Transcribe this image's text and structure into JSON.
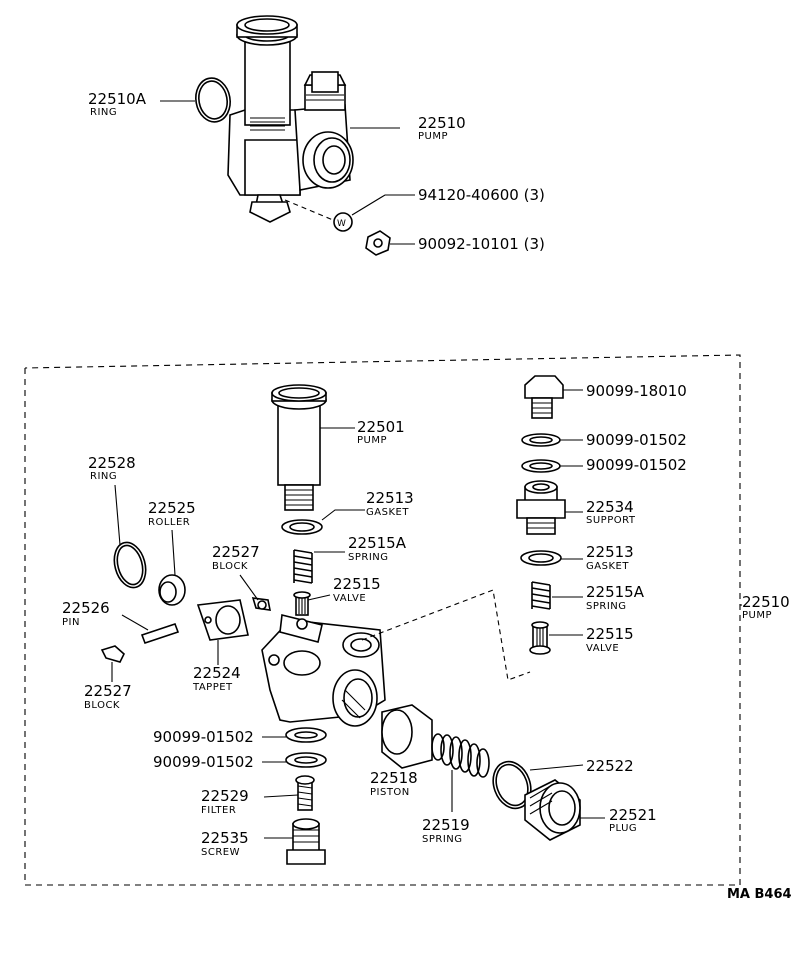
{
  "diagram_ref": "MA B464",
  "labels": [
    {
      "id": "22510A-ring",
      "number": "22510A",
      "name": "RING"
    },
    {
      "id": "22510-pump-top",
      "number": "22510",
      "name": "PUMP"
    },
    {
      "id": "94120-40600",
      "number": "94120-40600 (3)",
      "name": ""
    },
    {
      "id": "90092-10101",
      "number": "90092-10101 (3)",
      "name": ""
    },
    {
      "id": "22501",
      "number": "22501",
      "name": "PUMP"
    },
    {
      "id": "90099-18010",
      "number": "90099-18010",
      "name": ""
    },
    {
      "id": "90099-01502-a",
      "number": "90099-01502",
      "name": ""
    },
    {
      "id": "90099-01502-b",
      "number": "90099-01502",
      "name": ""
    },
    {
      "id": "22528",
      "number": "22528",
      "name": "RING"
    },
    {
      "id": "22513-left",
      "number": "22513",
      "name": "GASKET"
    },
    {
      "id": "22534",
      "number": "22534",
      "name": "SUPPORT"
    },
    {
      "id": "22525",
      "number": "22525",
      "name": "ROLLER"
    },
    {
      "id": "22527-top",
      "number": "22527",
      "name": "BLOCK"
    },
    {
      "id": "22515A-left",
      "number": "22515A",
      "name": "SPRING"
    },
    {
      "id": "22513-right",
      "number": "22513",
      "name": "GASKET"
    },
    {
      "id": "22515-left",
      "number": "22515",
      "name": "VALVE"
    },
    {
      "id": "22515A-right",
      "number": "22515A",
      "name": "SPRING"
    },
    {
      "id": "22510-pump-side",
      "number": "22510",
      "name": "PUMP"
    },
    {
      "id": "22526",
      "number": "22526",
      "name": "PIN"
    },
    {
      "id": "22515-right",
      "number": "22515",
      "name": "VALVE"
    },
    {
      "id": "22524",
      "number": "22524",
      "name": "TAPPET"
    },
    {
      "id": "22527-bottom",
      "number": "22527",
      "name": "BLOCK"
    },
    {
      "id": "90099-01502-c",
      "number": "90099-01502",
      "name": ""
    },
    {
      "id": "90099-01502-d",
      "number": "90099-01502",
      "name": ""
    },
    {
      "id": "22522",
      "number": "22522",
      "name": ""
    },
    {
      "id": "22518",
      "number": "22518",
      "name": "PISTON"
    },
    {
      "id": "22529",
      "number": "22529",
      "name": "FILTER"
    },
    {
      "id": "22521",
      "number": "22521",
      "name": "PLUG"
    },
    {
      "id": "22519",
      "number": "22519",
      "name": "SPRING"
    },
    {
      "id": "22535",
      "number": "22535",
      "name": "SCREW"
    }
  ]
}
